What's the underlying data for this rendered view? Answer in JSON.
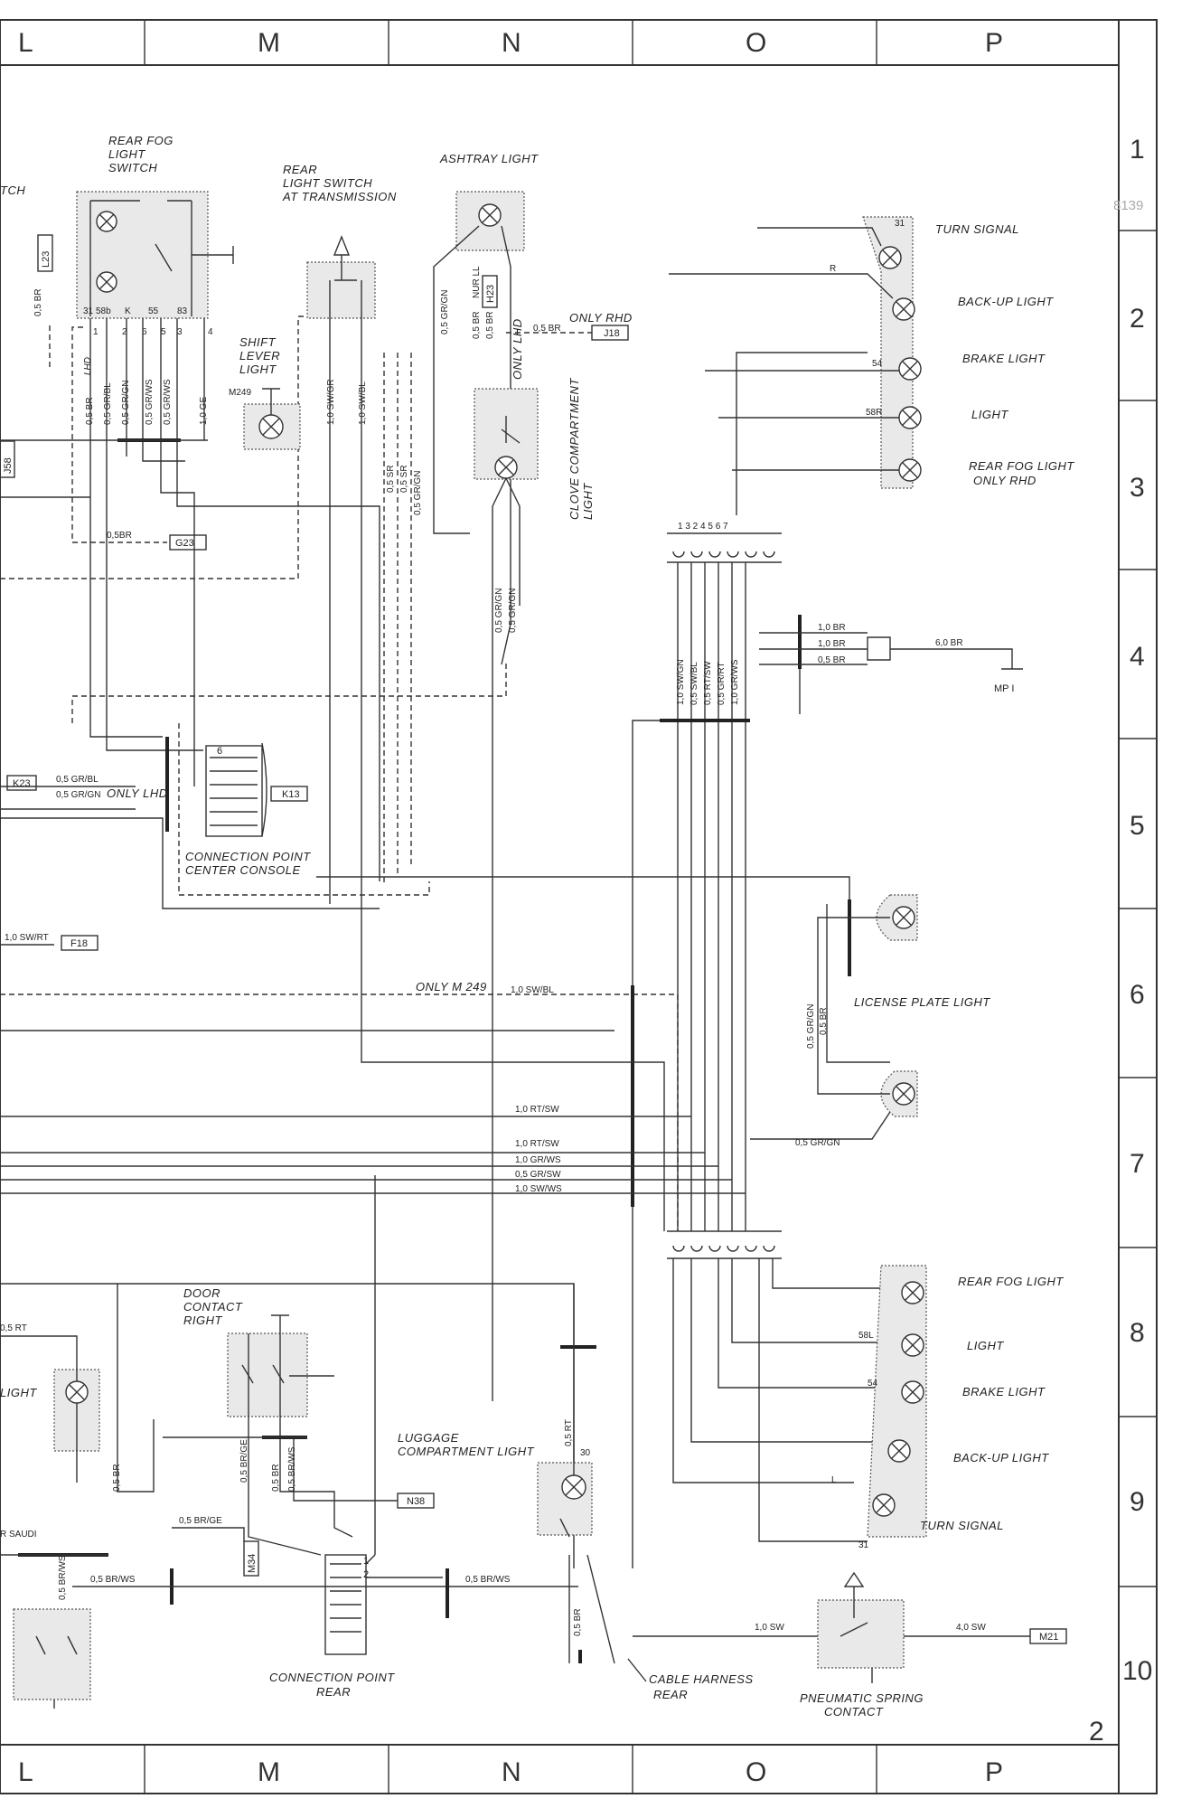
{
  "columns": [
    "L",
    "M",
    "N",
    "O",
    "P"
  ],
  "rows": [
    "1",
    "2",
    "3",
    "4",
    "5",
    "6",
    "7",
    "8",
    "9",
    "10"
  ],
  "sheet_number": "2",
  "stamp": "8139",
  "components": {
    "rear_fog_light_switch": "REAR FOG\nLIGHT\nSWITCH",
    "switch_partial": "TCH",
    "rear_light_switch": "REAR\nLIGHT SWITCH\nAT TRANSMISSION",
    "ashtray_light": "ASHTRAY LIGHT",
    "shift_lever_light": "SHIFT\nLEVER\nLIGHT",
    "shift_lever_code": "M249",
    "glove_compartment_light": "CLOVE COMPARTMENT\nLIGHT",
    "turn_signal_top": "TURN SIGNAL",
    "backup_light_top": "BACK-UP LIGHT",
    "brake_light_top": "BRAKE LIGHT",
    "light_top": "LIGHT",
    "rear_fog_only_rhd": "REAR  FOG LIGHT\nONLY RHD",
    "only_rhd": "ONLY RHD",
    "only_lhd_a": "ONLY LHD",
    "lhd": "LHD",
    "only_lhd_b": "ONLY LHD",
    "mp1": "MP I",
    "connection_center_console": "CONNECTION POINT\nCENTER CONSOLE",
    "only_m249": "ONLY M 249",
    "license_plate_light": "LICENSE PLATE LIGHT",
    "rear_fog_light_bottom": "REAR FOG LIGHT",
    "light_bottom": "LIGHT",
    "brake_light_bottom": "BRAKE LIGHT",
    "backup_light_bottom": "BACK-UP LIGHT",
    "turn_signal_bottom": "TURN SIGNAL",
    "door_contact_right": "DOOR\nCONTACT\nRIGHT",
    "luggage_light": "LUGGAGE\nCOMPARTMENT LIGHT",
    "light_partial": "LIGHT",
    "saudi_partial": "R SAUDI",
    "connection_rear": "CONNECTION POINT\nREAR",
    "cable_harness_rear": "CABLE HARNESS\nREAR",
    "pneumatic_spring": "PNEUMATIC SPRING\nCONTACT"
  },
  "tags": {
    "L23": "L23",
    "J58": "J58",
    "G23": "G23",
    "J18": "J18",
    "H23": "H23",
    "K23": "K23",
    "K13": "K13",
    "F18": "F18",
    "N38": "N38",
    "M34": "M34",
    "M21": "M21"
  },
  "wires": {
    "w_05br_a": "0,5 BR",
    "w_05br_b": "0,5 BR",
    "w_05br_c": "0,5BR",
    "w_05grbl_a": "0,5 GR/BL",
    "w_05grgn_a": "0,5 GR/GN",
    "w_05grws": "0,5 GR/WS",
    "w_10ge": "1,0 GE",
    "w_10swgr": "1,0 SW/GR",
    "w_10swbl": "1,0 SW/BL",
    "w_05grgn_b": "0,5 GR/GN",
    "w_nurll": "NUR LL",
    "w_05br_d": "0,5 BR",
    "w_05sr": "0,5 SR",
    "w_05grgn_c": "0,5 GR/GN",
    "w_05grgn_d": "0,5 GR/GN",
    "w_10brA": "1,0 BR",
    "w_10brB": "1,0 BR",
    "w_05brC": "0,5 BR",
    "w_60br": "6,0 BR",
    "w_10swgn": "1,0 SW/GN",
    "w_05swbl": "0,5 SW/BL",
    "w_05rtsw": "0,5 RT/SW",
    "w_05grrt": "0,5 GR/RT",
    "w_10grws": "1,0 GR/WS",
    "w_k23a": "0,5 GR/BL",
    "w_k23b": "0,5 GR/GN",
    "w_10swrt": "1,0 SW/RT",
    "w_10swbl_m": "1,0 SW/BL",
    "w_10rtsw_a": "1,0 RT/SW",
    "w_10rtsw_b": "1,0 RT/SW",
    "w_10grws_b": "1,0 GR/WS",
    "w_05grsw": "0,5 GR/SW",
    "w_10swws": "1,0 SW/WS",
    "w_05grgn_lp": "0,5 GR/GN",
    "w_05br_lp": "0,5 BR",
    "w_05grgn_h": "0,5 GR/GN",
    "w_05rt_a": "0,5 RT",
    "w_05rt_b": "0,5 RT",
    "w_05br_e": "0,5 BR",
    "w_05brge_a": "0,5 BR/GE",
    "w_05br_f": "0,5 BR",
    "w_05brws_a": "0,5 BR/WS",
    "w_05brge_b": "0,5 BR/GE",
    "w_05brws_b": "0,5 BR/WS",
    "w_05brws_c": "0,5 BR/WS",
    "w_05brws_d": "0,5 BR/WS",
    "w_05br_g": "0,5 BR",
    "w_10sw": "1,0 SW",
    "w_40sw": "4,0 SW"
  },
  "pins": {
    "p31a": "31",
    "p54a": "54",
    "p58r": "58R",
    "pR": "R",
    "p58l": "58L",
    "p54b": "54",
    "pL": "L",
    "p31b": "31",
    "p30": "30",
    "fs1": "31",
    "fs2": "58b",
    "fs3": "1",
    "fs4": "2",
    "fs5": "K",
    "fs6": "6",
    "fs7": "55",
    "fs8": "5",
    "fs9": "83",
    "fs10": "3",
    "fs11": "4"
  }
}
